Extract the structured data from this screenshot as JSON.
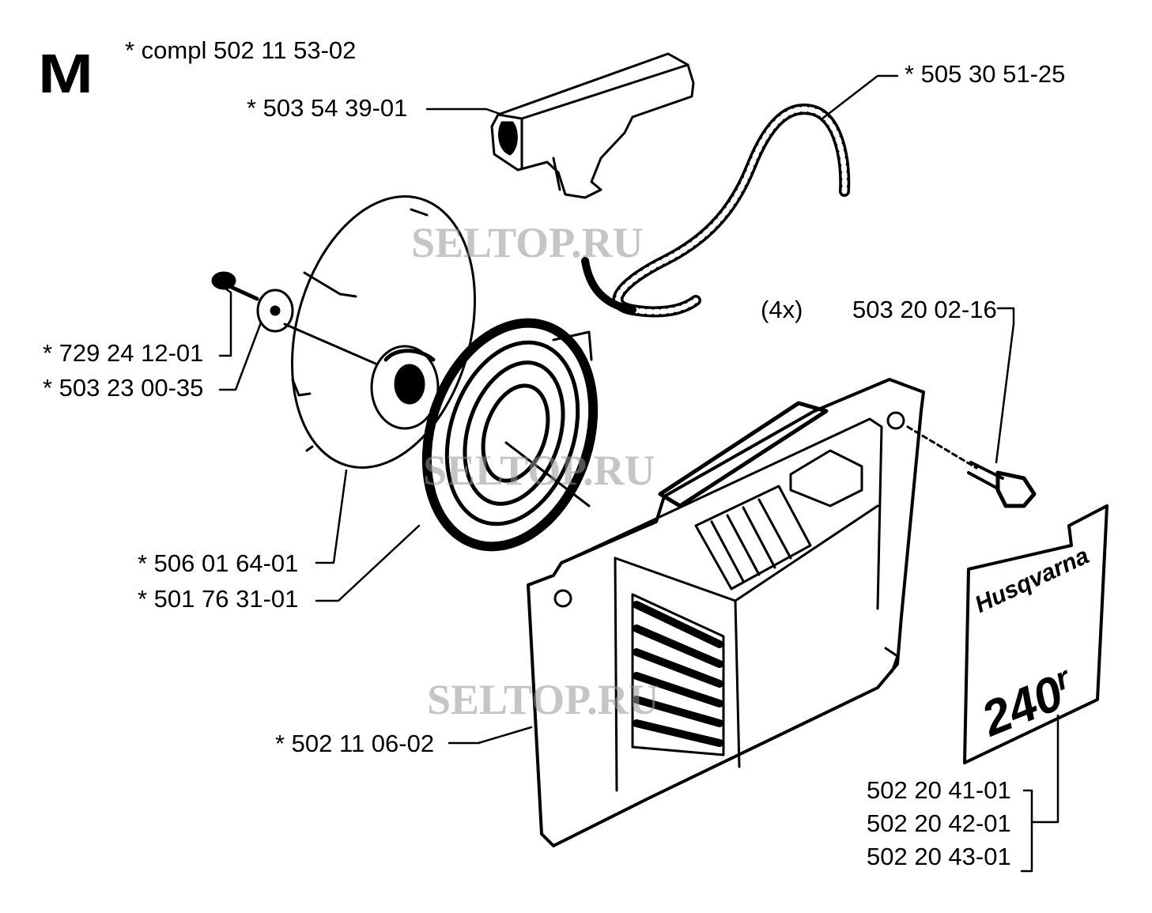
{
  "section_letter": "M",
  "labels": {
    "compl": "*  compl 502 11 53-02",
    "handle": "*  503 54 39-01",
    "rope": "*  505 30 51-25",
    "screw_small": "*  729 24 12-01",
    "washer": "*  503 23 00-35",
    "pulley": "*  506 01 64-01",
    "spring": "*  501 76 31-01",
    "housing": "*  502 11 06-02",
    "qty": "(4x)",
    "bolt": "503 20 02-16",
    "decal_1": "502 20 41-01",
    "decal_2": "502 20 42-01",
    "decal_3": "502 20 43-01"
  },
  "decal": {
    "brand": "Husqvarna",
    "model": "240",
    "suffix": "r"
  },
  "watermark": "SELTOP.RU"
}
